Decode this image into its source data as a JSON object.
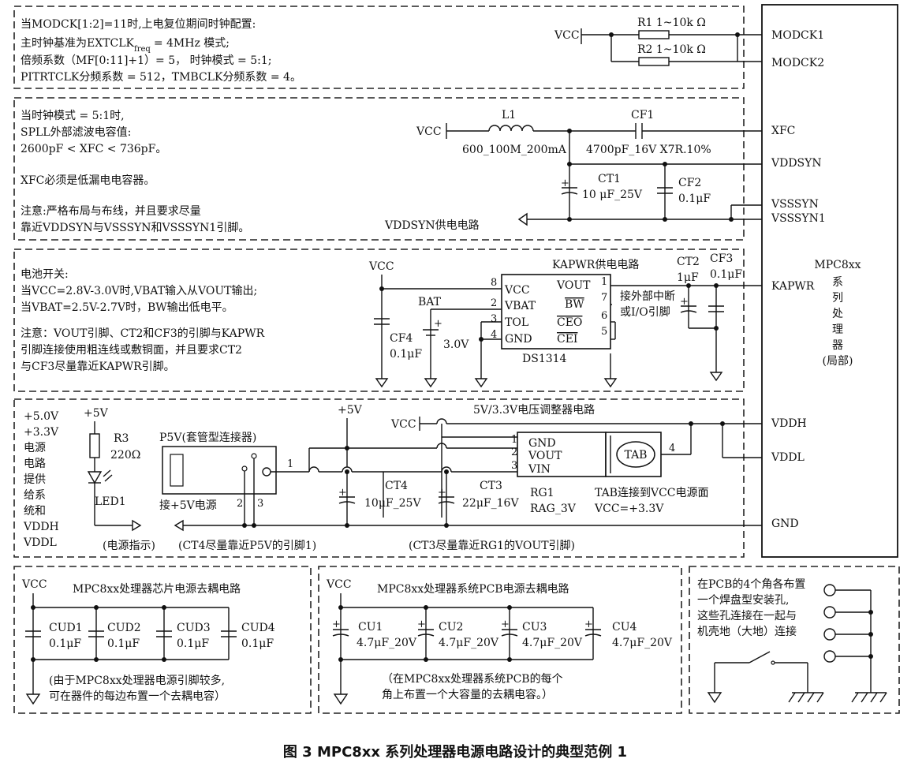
{
  "notes": {
    "modck": [
      "当MODCK[1:2]=11时,上电复位期间时钟配置:",
      "主时钟基准为EXTCLK",
      "freq",
      "= 4MHz 模式;",
      "倍频系数（MF[0:11]+1）= 5，  时钟模式 = 5:1;",
      "PITRTCLK分频系数 = 512，TMBCLK分频系数 = 4。"
    ],
    "xfc": [
      "当时钟模式 = 5:1时,",
      "SPLL外部滤波电容值:",
      "2600pF < XFC < 736pF。",
      "XFC必须是低漏电电容器。",
      "注意:严格布局与布线，并且要求尽量",
      "靠近VDDSYN与VSSSYN和VSSSYN1引脚。"
    ],
    "battery": [
      "电池开关:",
      "当VCC=2.8V-3.0V时,VBAT输入从VOUT输出;",
      "当VBAT=2.5V-2.7V时，BW输出低电平。",
      "注意：VOUT引脚、CT2和CF3的引脚与KAPWR",
      "引脚连接使用粗连线或敷铜面，并且要求CT2",
      "与CF3尽量靠近KAPWR引脚。"
    ],
    "supply": [
      "+5.0V",
      "+3.3V",
      "电源",
      "电路",
      "提供",
      "给系",
      "统和",
      "VDDH",
      "VDDL"
    ],
    "pcb_holes": [
      "在PCB的4个角各布置",
      "一个焊盘型安装孔,",
      "这些孔连接在一起与",
      "机壳地（大地）连接"
    ],
    "chip_decouple": [
      "(由于MPC8xx处理器电源引脚较多,",
      "可在器件的每边布置一个去耦电容）"
    ],
    "pcb_decouple": [
      "（在MPC8xx处理器系统PCB的每个",
      "角上布置一个大容量的去耦电容。）"
    ]
  },
  "pins": [
    "MODCK1",
    "MODCK2",
    "XFC",
    "VDDSYN",
    "VSSSYN",
    "VSSSYN1",
    "KAPWR",
    "VDDH",
    "VDDL",
    "GND"
  ],
  "processor": [
    "MPC8xx",
    "系",
    "列",
    "处",
    "理",
    "器",
    "(局部)"
  ],
  "labels": {
    "vcc": "VCC",
    "r1": "R1 1~10k  Ω",
    "r2": "R2 1~10k  Ω",
    "l1": "L1",
    "l1_value": "600_100M_200mA",
    "cf1": "CF1",
    "cf1_value": "4700pF_16V X7R.10%",
    "ct1": "CT1",
    "ct1_value": "10 μF_25V",
    "cf2": "CF2",
    "cf2_value": "0.1μF",
    "vddsyn_circuit": "VDDSYN供电电路",
    "kapwr_circuit": "KAPWR供电电路",
    "ct2": "CT2",
    "ct2_value": "1μF",
    "cf3": "CF3",
    "cf3_value": "0.1μF",
    "bat": "BAT",
    "bat_value": "3.0V",
    "cf4": "CF4",
    "cf4_value": "0.1μF",
    "ds1314": "DS1314",
    "ic_left_pins": [
      "VCC",
      "VBAT",
      "TOL",
      "GND"
    ],
    "ic_left_nums": [
      "8",
      "2",
      "3",
      "4"
    ],
    "ic_right_pins": [
      "VOUT",
      "BW",
      "CEO",
      "CEI"
    ],
    "ic_right_nums": [
      "1",
      "7",
      "6",
      "5"
    ],
    "interrupt": [
      "接外部中断",
      "或I/O引脚"
    ],
    "plus5v": "+5V",
    "r3": "R3",
    "r3_value": "220Ω",
    "led1": "LED1",
    "power_indicator": "(电源指示)",
    "p5v": "P5V(套管型连接器)",
    "p5v_pins": [
      "1",
      "2",
      "3"
    ],
    "plus5v_source": "接+5V电源",
    "ct4": "CT4",
    "ct4_value": "10μF_25V",
    "ct3": "CT3",
    "ct3_value": "22μF_16V",
    "regulator_circuit": "5V/3.3V电压调整器电路",
    "rg_pins": [
      "GND",
      "VOUT",
      "VIN"
    ],
    "rg_nums": [
      "1",
      "2",
      "3"
    ],
    "tab": "TAB",
    "tab_num": "4",
    "rg1": "RG1",
    "rg1_value": "RAG_3V",
    "tab_note": [
      "TAB连接到VCC电源面",
      "VCC=+3.3V"
    ],
    "ct4_note": "(CT4尽量靠近P5V的引脚1)",
    "ct3_note": "(CT3尽量靠近RG1的VOUT引脚)",
    "chip_decouple_title": "MPC8xx处理器芯片电源去耦电路",
    "cud": [
      "CUD1",
      "CUD2",
      "CUD3",
      "CUD4"
    ],
    "cud_value": "0.1μF",
    "pcb_decouple_title": "MPC8xx处理器系统PCB电源去耦电路",
    "cu": [
      "CU1",
      "CU2",
      "CU3",
      "CU4"
    ],
    "cu_value": "4.7μF_20V"
  },
  "caption": "图 3    MPC8xx 系列处理器电源电路设计的典型范例 1"
}
